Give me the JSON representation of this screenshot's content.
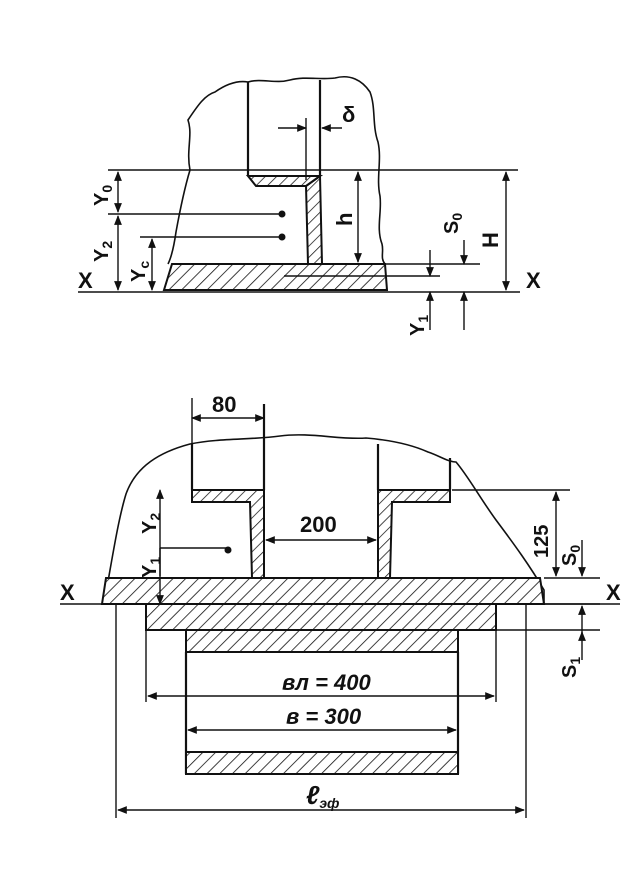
{
  "top_figure": {
    "label_delta": "δ",
    "label_y0": "Y",
    "label_y0_sub": "0",
    "label_y2": "Y",
    "label_y2_sub": "2",
    "label_yc": "Y",
    "label_yc_sub": "c",
    "label_h": "h",
    "label_H": "H",
    "label_s0": "S",
    "label_s0_sub": "0",
    "label_y1": "Y",
    "label_y1_sub": "1",
    "label_x_left": "X",
    "label_x_right": "X"
  },
  "bottom_figure": {
    "label_80": "80",
    "label_200": "200",
    "label_125": "125",
    "label_y2": "Y",
    "label_y2_sub": "2",
    "label_y1": "Y",
    "label_y1_sub": "1",
    "label_s0": "S",
    "label_s0_sub": "0",
    "label_s1": "S",
    "label_s1_sub": "1",
    "label_x_left": "X",
    "label_x_right": "X",
    "label_bl": "вл = 400",
    "label_b": "в = 300",
    "label_leff": "ℓ",
    "label_leff_sub": "эф"
  }
}
